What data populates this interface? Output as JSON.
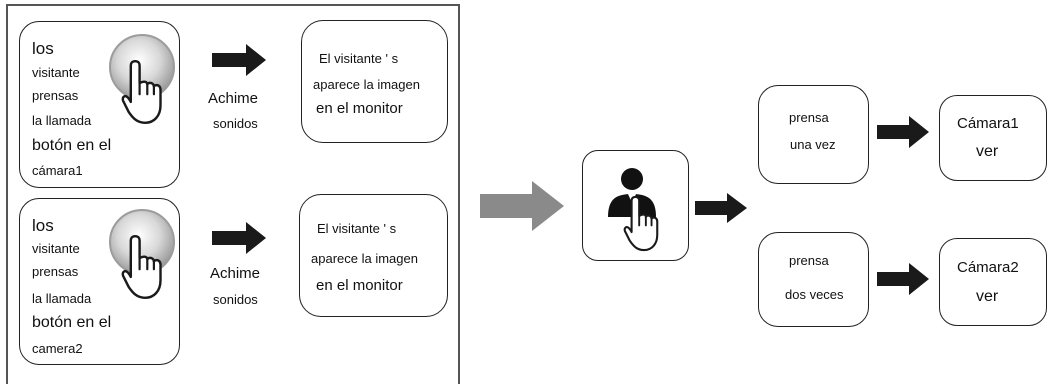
{
  "colors": {
    "outline": "#222222",
    "arrow_dark": "#1a1a1a",
    "arrow_gray": "#8a8a8a",
    "frame": "#555555"
  },
  "rows": [
    {
      "press_box": {
        "lines": [
          "los",
          "visitante",
          "prensas",
          "la llamada",
          "botón en el",
          "cámara1"
        ]
      },
      "arrow_label": [
        "Achime",
        "sonidos"
      ],
      "result_box": {
        "lines": [
          "El visitante ' s",
          "aparece la imagen",
          "en el monitor"
        ]
      }
    },
    {
      "press_box": {
        "lines": [
          "los",
          "visitante",
          "prensas",
          "la llamada",
          "botón en el",
          "camera2"
        ]
      },
      "arrow_label": [
        "Achime",
        "sonidos"
      ],
      "result_box": {
        "lines": [
          "El visitante ' s",
          "aparece la imagen",
          "en el monitor"
        ]
      }
    }
  ],
  "monitor": {
    "icon": "person-press-icon"
  },
  "options": [
    {
      "press": [
        "prensa",
        "una vez"
      ],
      "result": [
        "Cámara1",
        "ver"
      ]
    },
    {
      "press": [
        "prensa",
        "dos veces"
      ],
      "result": [
        "Cámara2",
        "ver"
      ]
    }
  ],
  "icons": {
    "call_button": "call-button-press-icon",
    "arrow": "right-arrow-icon"
  }
}
